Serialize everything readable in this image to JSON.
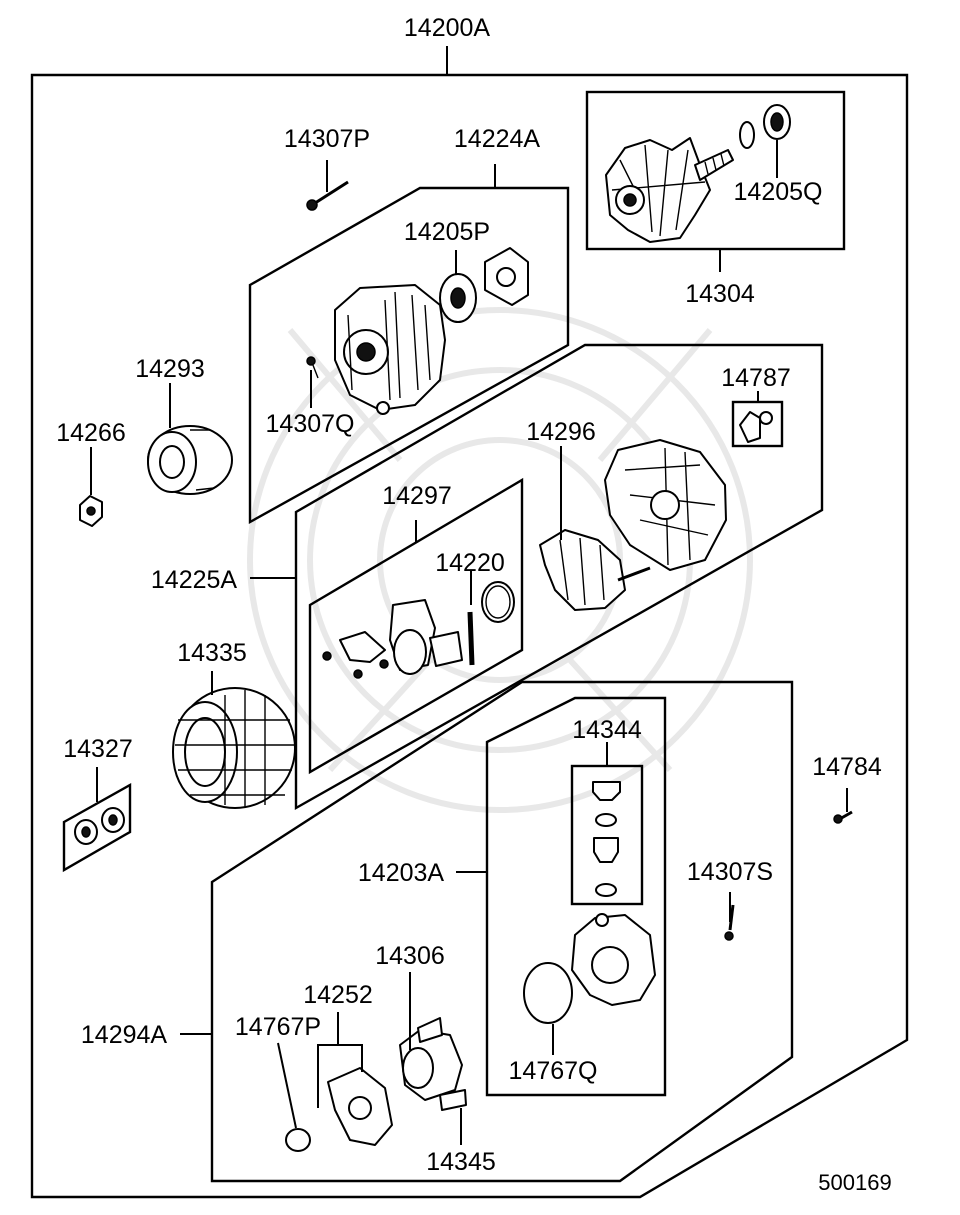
{
  "diagram": {
    "diagram_id": "500169",
    "assembly": "14200A",
    "parts": [
      {
        "number": "14307P"
      },
      {
        "number": "14224A"
      },
      {
        "number": "14205P"
      },
      {
        "number": "14205Q"
      },
      {
        "number": "14304"
      },
      {
        "number": "14293"
      },
      {
        "number": "14266"
      },
      {
        "number": "14307Q"
      },
      {
        "number": "14787"
      },
      {
        "number": "14296"
      },
      {
        "number": "14297"
      },
      {
        "number": "14220"
      },
      {
        "number": "14225A"
      },
      {
        "number": "14335"
      },
      {
        "number": "14327"
      },
      {
        "number": "14344"
      },
      {
        "number": "14784"
      },
      {
        "number": "14203A"
      },
      {
        "number": "14307S"
      },
      {
        "number": "14306"
      },
      {
        "number": "14252"
      },
      {
        "number": "14767P"
      },
      {
        "number": "14294A"
      },
      {
        "number": "14767Q"
      },
      {
        "number": "14345"
      }
    ]
  }
}
